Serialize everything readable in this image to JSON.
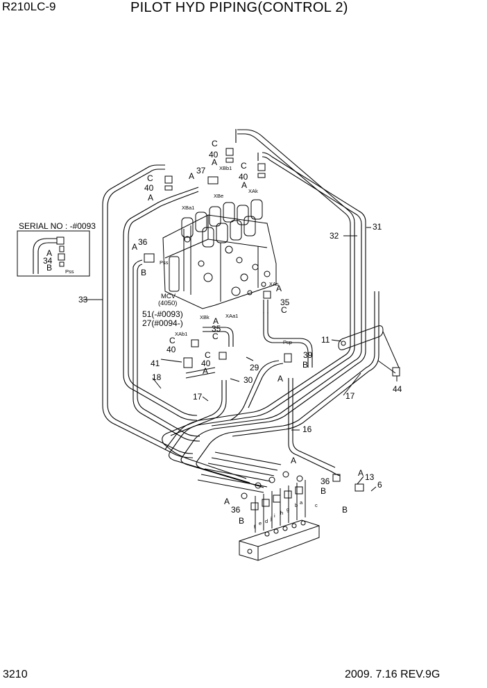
{
  "header": {
    "model": "R210LC-9",
    "title": "PILOT HYD PIPING(CONTROL 2)"
  },
  "footer": {
    "page": "3210",
    "revision": "2009. 7.16  REV.9G"
  },
  "serial_box": {
    "text": "SERIAL NO : -#0093",
    "items": [
      "A",
      "34",
      "B",
      "Pss"
    ]
  },
  "mcv": {
    "label": "MCV",
    "part": "(4050)"
  },
  "ports": {
    "XBb1": "XBb1",
    "XBe": "XBe",
    "XBa1": "XBa1",
    "XAk": "XAk",
    "Pss": "Pss",
    "XAs": "XAs",
    "XBk": "XBk",
    "XAb1": "XAb1",
    "XAa1": "XAa1",
    "Psp": "Psp"
  },
  "callouts": {
    "p31": "31",
    "p32": "32",
    "p33": "33",
    "p11": "11",
    "p44": "44",
    "p17a": "17",
    "p17b": "17",
    "p16": "16",
    "p18": "18",
    "p29": "29",
    "p30": "30",
    "p13": "13",
    "p6": "6",
    "p37": "37",
    "p41": "41",
    "p39": "39",
    "p51": "51(-#0093)",
    "p27": "27(#0094-)",
    "c1": "C",
    "n40a": "40",
    "a1": "A",
    "c2": "C",
    "n40b": "40",
    "a2": "A",
    "c3": "C",
    "n40c": "40",
    "a3": "A",
    "a4": "A",
    "a5": "A",
    "n36a": "36",
    "b1": "B",
    "a6": "A",
    "n35a": "35",
    "c4": "C",
    "a7": "A",
    "n35b": "35",
    "c5": "C",
    "c6": "C",
    "n40d": "40",
    "c7": "C",
    "n40e": "40",
    "a8": "A",
    "a9": "A",
    "b2": "B",
    "a10": "A",
    "b3": "B",
    "a11": "A",
    "n36b": "36",
    "b4": "B",
    "a12": "A",
    "n36c": "36",
    "b5": "B",
    "sa": "a",
    "sb": "b",
    "sc": "c",
    "sd": "d",
    "se": "e",
    "sf": "f",
    "sg": "g",
    "sh": "h",
    "si": "i",
    "sj": "j"
  }
}
